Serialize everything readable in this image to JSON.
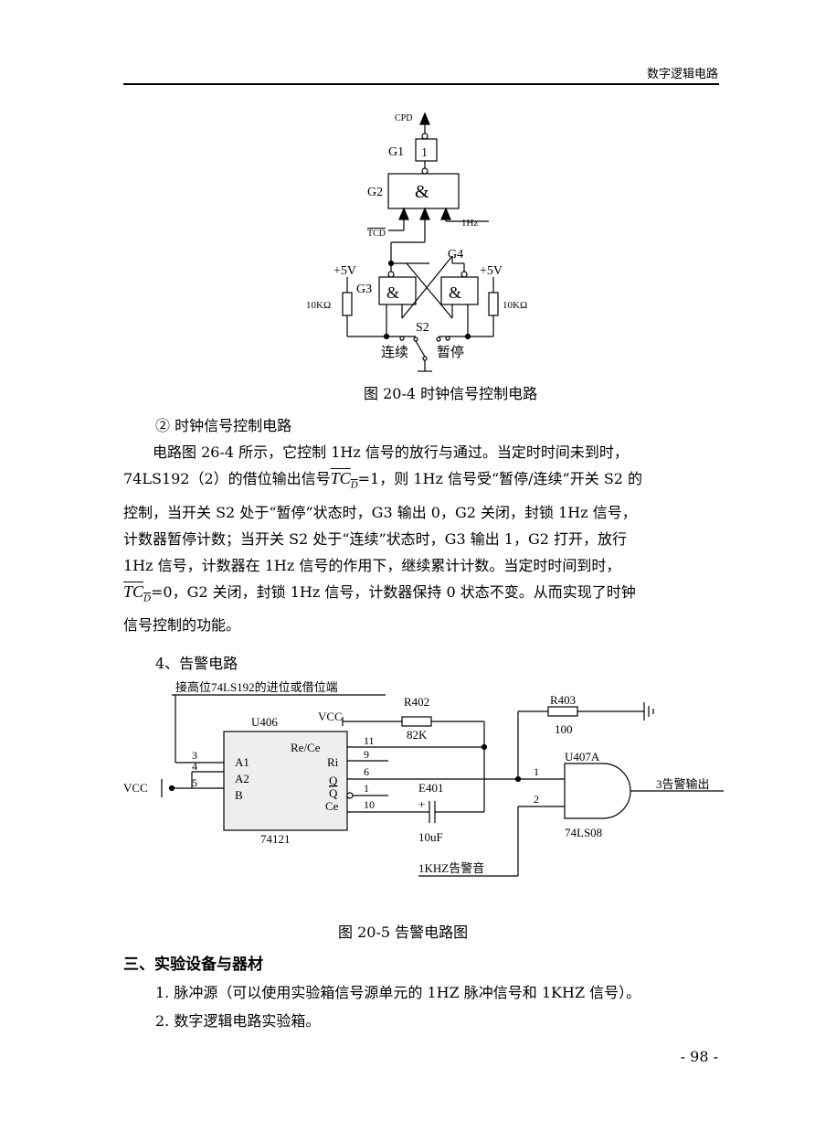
{
  "header": {
    "title": "数字逻辑电路"
  },
  "figure1": {
    "caption": "图 20-4   时钟信号控制电路",
    "labels": {
      "cpd": "CPD",
      "g1": "G1",
      "g1_gate": "1",
      "g2": "G2",
      "g2_gate": "&",
      "tcd": "TCD",
      "hz": "1Hz",
      "g3": "G3",
      "g4": "G4",
      "g3_gate": "&",
      "g4_gate": "&",
      "vcc_left": "+5V",
      "vcc_right": "+5V",
      "res_left": "10KΩ",
      "res_right": "10KΩ",
      "s2": "S2",
      "cont": "连续",
      "pause": "暂停"
    }
  },
  "subsection": "②   时钟信号控制电路",
  "paragraph": {
    "l1": "电路图 26-4 所示，它控制 1Hz 信号的放行与通过。当定时时间未到时，",
    "l2a": "74LS192（2）的借位输出信号",
    "tc": "TC",
    "d": "D",
    "l2b": "=1，则 1Hz 信号受“暂停/连续”开关 S2 的",
    "l3": "控制，当开关 S2 处于“暂停”状态时，G3 输出 0，G2 关闭，封锁 1Hz 信号，",
    "l4": "计数器暂停计数；当开关 S2 处于“连续”状态时，G3 输出 1，G2 打开，放行",
    "l5": "1Hz 信号，计数器在 1Hz 信号的作用下，继续累计计数。当定时时间到时，",
    "l6b": "=0，G2 关闭，封锁 1Hz 信号，计数器保持 0 状态不变。从而实现了时钟",
    "l7": "信号控制的功能。"
  },
  "section4": "4、告警电路",
  "figure2": {
    "caption": "图 20-5     告警电路图",
    "labels": {
      "top": "接高位74LS192的进位或借位端",
      "u406": "U406",
      "chip": "74121",
      "vcc1": "VCC",
      "vcc2": "VCC",
      "r402": "R402",
      "r402v": "82K",
      "r403": "R403",
      "r403v": "100",
      "pin_reCe": "Re/Ce",
      "pin_ri": "Ri",
      "pin_q": "Q",
      "pin_qb": "Q",
      "pin_ce": "Ce",
      "pin_a1": "A1",
      "pin_a2": "A2",
      "pin_b": "B",
      "n3": "3",
      "n4": "4",
      "n5": "5",
      "n11": "11",
      "n9": "9",
      "n6": "6",
      "n1": "1",
      "n10": "10",
      "e401": "E401",
      "plus": "+",
      "cap": "10uF",
      "u407": "U407A",
      "and_chip": "74LS08",
      "in1": "1",
      "in2": "2",
      "out": "3告警输出",
      "tone": "1KHZ告警音"
    }
  },
  "section3": "三、实验设备与器材",
  "items": [
    "1.  脉冲源（可以使用实验箱信号源单元的 1HZ 脉冲信号和 1KHZ 信号）。",
    "2.  数字逻辑电路实验箱。"
  ],
  "page_number": "- 98 -"
}
